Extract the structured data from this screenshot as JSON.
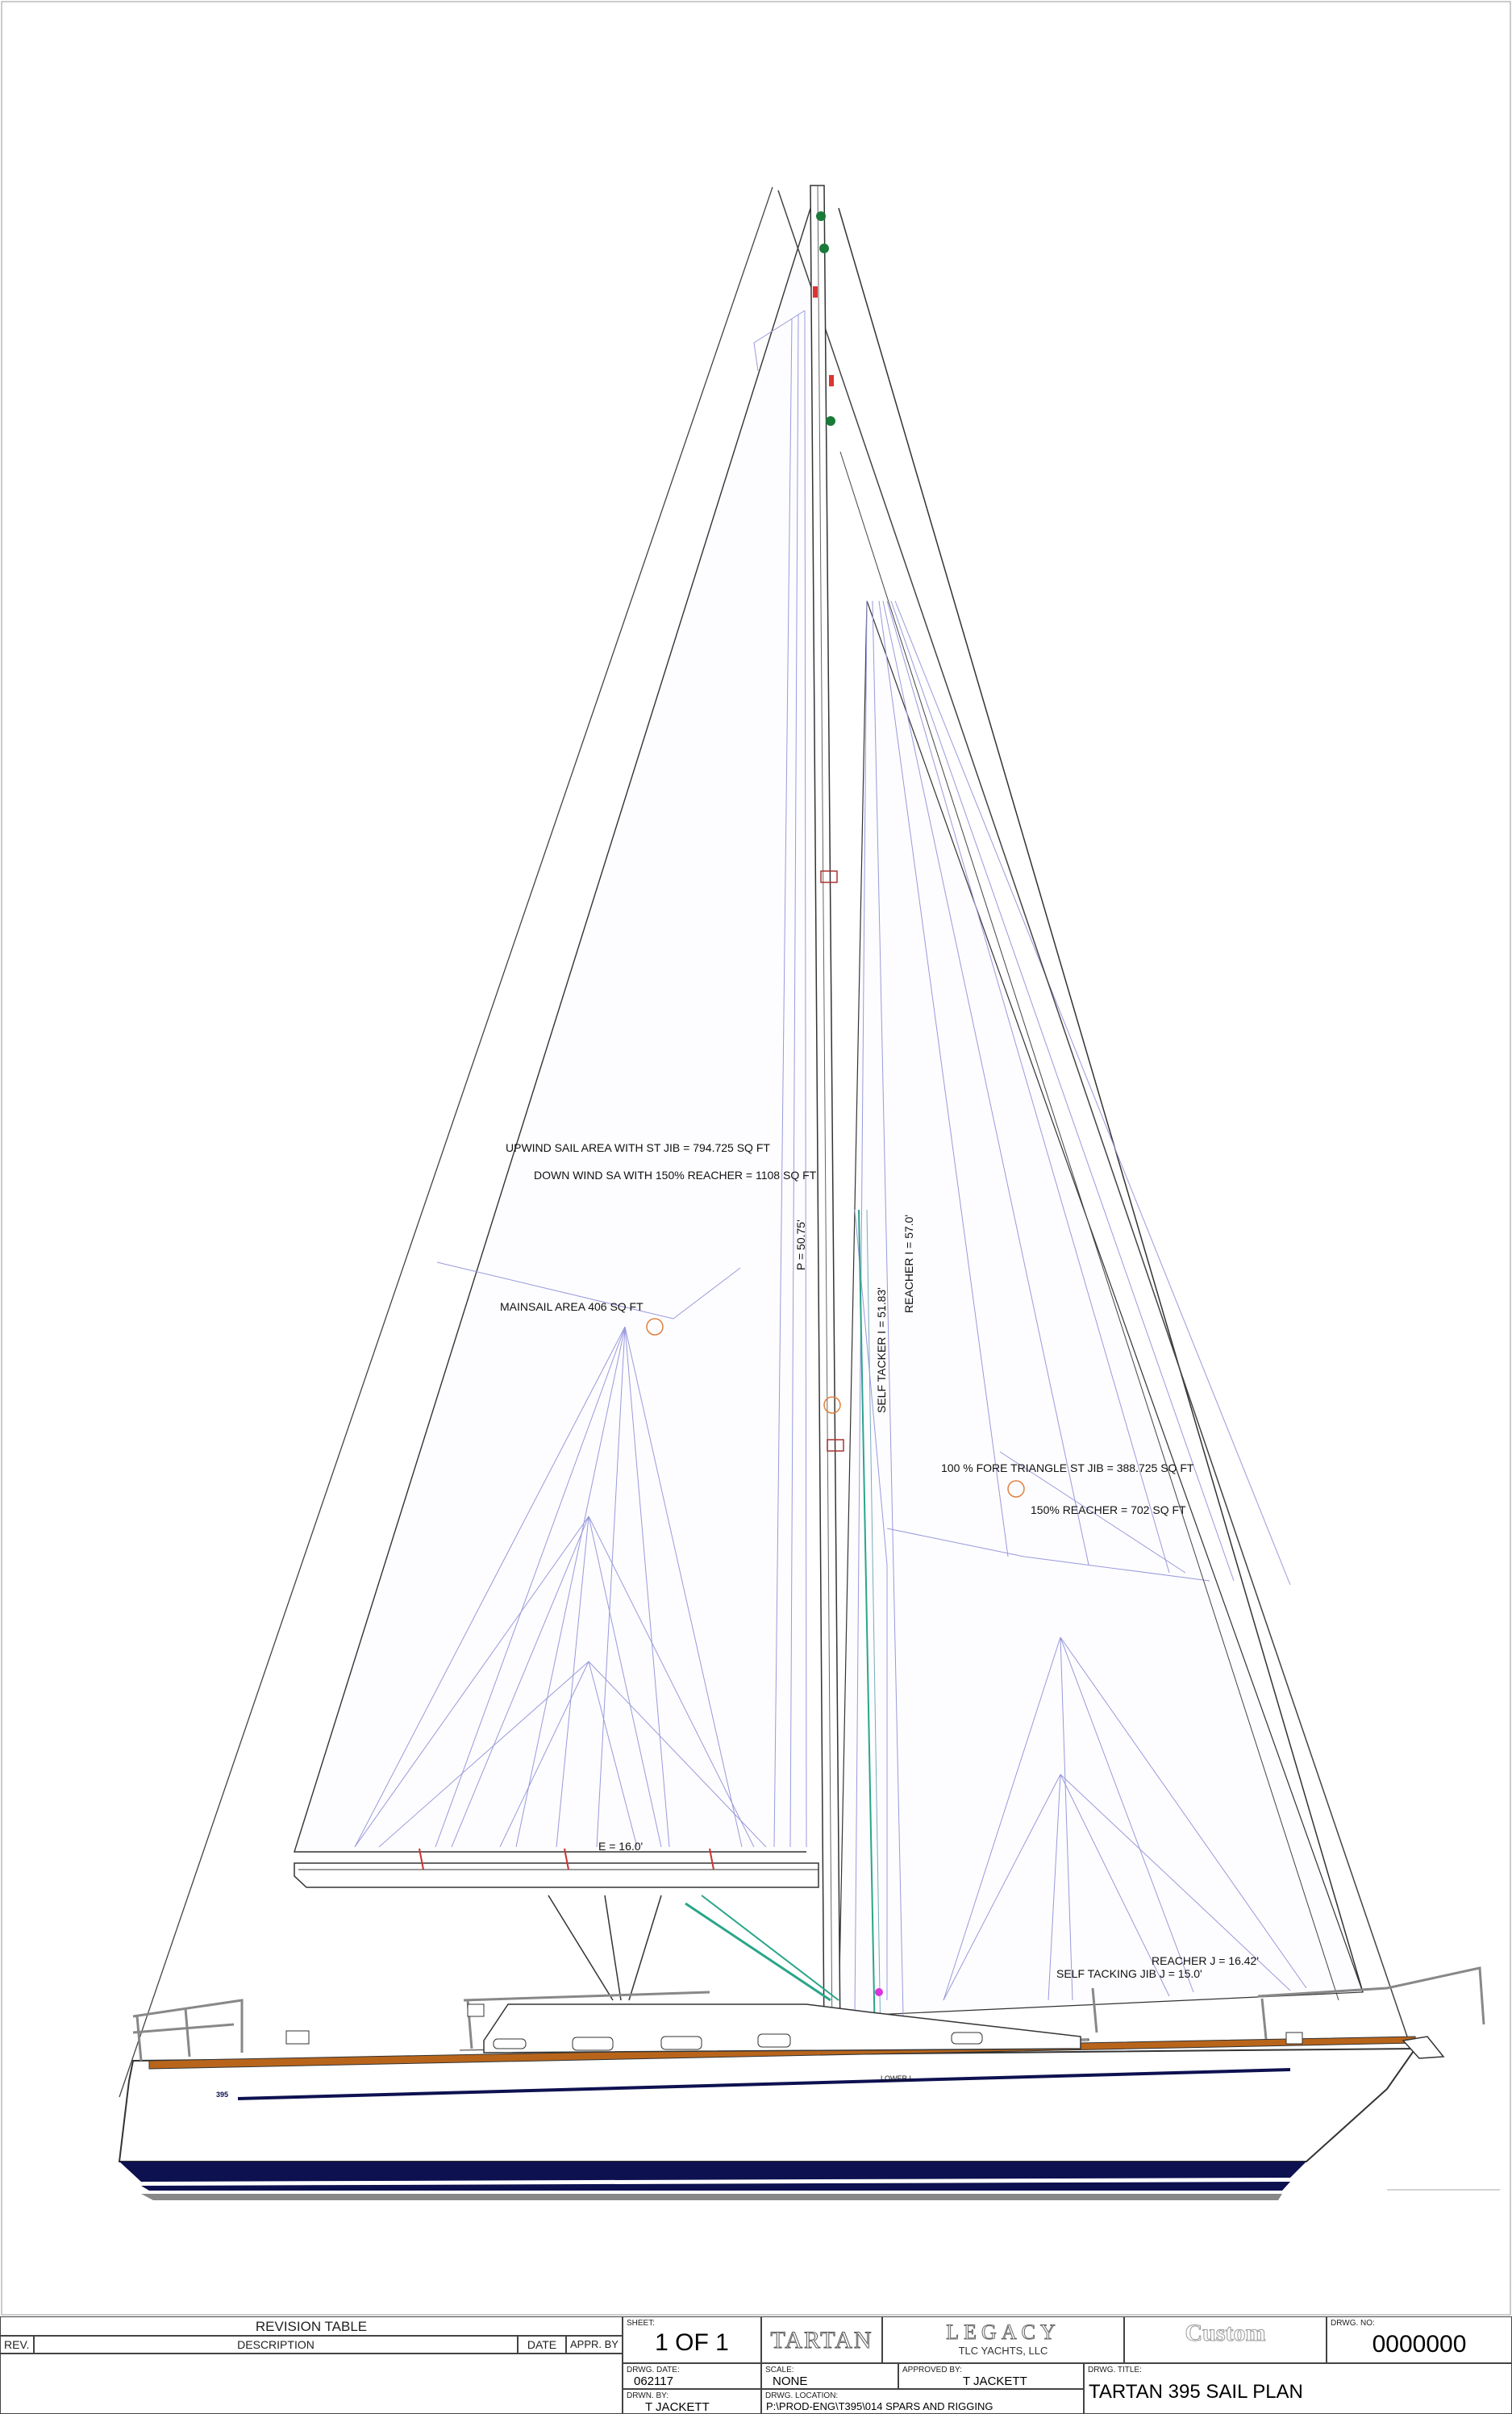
{
  "annotations": {
    "upwind_area": "UPWIND SAIL AREA WITH ST JIB = 794.725 SQ FT",
    "downwind_area": "DOWN WIND SA WITH 150% REACHER = 1108 SQ FT",
    "p_dim": "P = 50.75'",
    "reacher_i": "REACHER I = 57.0'",
    "mainsail_area": "MAINSAIL AREA 406 SQ FT",
    "self_tacker_i": "SELF TACKER I = 51.83'",
    "fore_triangle": "100 % FORE TRIANGLE ST JIB = 388.725 SQ FT",
    "reacher_area": "150% REACHER = 702 SQ FT",
    "e_dim": "E = 16.0'",
    "reacher_j": "REACHER J = 16.42'",
    "self_tacking_j": "SELF TACKING JIB J = 15.0'",
    "hull_logo": "395",
    "lower_label": "LOWER I"
  },
  "title_block": {
    "revision_table": "REVISION TABLE",
    "rev": "REV.",
    "description": "DESCRIPTION",
    "date": "DATE",
    "appr_by": "APPR. BY",
    "sheet_label": "SHEET:",
    "sheet_value": "1 OF 1",
    "tartan_logo": "TARTAN",
    "legacy_logo": "LEGACY",
    "legacy_company": "TLC YACHTS, LLC",
    "custom_logo": "Custom",
    "drwg_no_label": "DRWG. NO:",
    "drwg_no": "0000000",
    "drwg_date_label": "DRWG. DATE:",
    "drwg_date": "062117",
    "scale_label": "SCALE:",
    "scale": "NONE",
    "approved_label": "APPROVED BY:",
    "approved": "T JACKETT",
    "drwg_title_label": "DRWG. TITLE:",
    "drwg_title": "TARTAN 395 SAIL PLAN",
    "drwn_by_label": "DRWN. BY:",
    "drwn_by": "T JACKETT",
    "location_label": "DRWG. LOCATION:",
    "location": "P:\\PROD-ENG\\T395\\014 SPARS AND RIGGING"
  },
  "colors": {
    "hull_stripe": "#0d1150",
    "toe_rail": "#b8651b",
    "sail_panel": "#9999dd",
    "stay_green": "#2aa58a"
  }
}
